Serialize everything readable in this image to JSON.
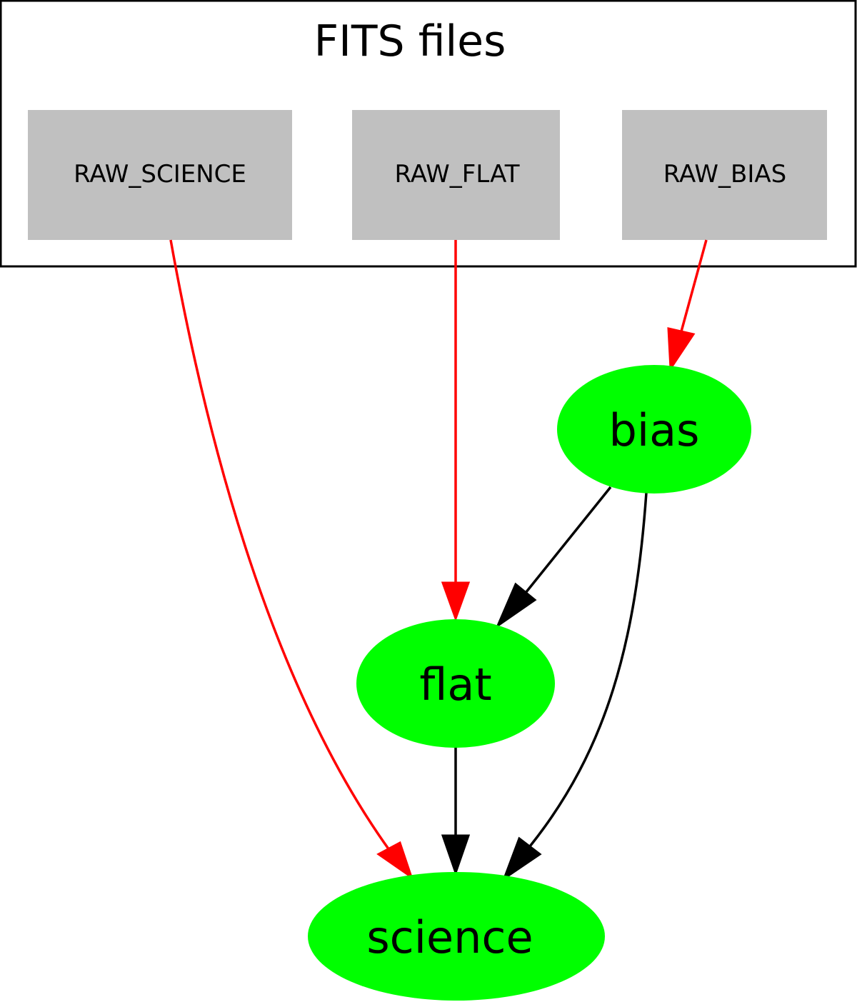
{
  "diagram": {
    "type": "directed-graph",
    "cluster": {
      "title": "FITS files",
      "nodes": [
        {
          "id": "raw_science",
          "label": "RAW_SCIENCE",
          "shape": "box",
          "fill": "#c0c0c0"
        },
        {
          "id": "raw_flat",
          "label": "RAW_FLAT",
          "shape": "box",
          "fill": "#c0c0c0"
        },
        {
          "id": "raw_bias",
          "label": "RAW_BIAS",
          "shape": "box",
          "fill": "#c0c0c0"
        }
      ]
    },
    "nodes": [
      {
        "id": "bias",
        "label": "bias",
        "shape": "ellipse",
        "fill": "#00ff00"
      },
      {
        "id": "flat",
        "label": "flat",
        "shape": "ellipse",
        "fill": "#00ff00"
      },
      {
        "id": "science",
        "label": "science",
        "shape": "ellipse",
        "fill": "#00ff00"
      }
    ],
    "edges": [
      {
        "from": "raw_science",
        "to": "science",
        "color": "#ff0000"
      },
      {
        "from": "raw_flat",
        "to": "flat",
        "color": "#ff0000"
      },
      {
        "from": "raw_bias",
        "to": "bias",
        "color": "#ff0000"
      },
      {
        "from": "bias",
        "to": "flat",
        "color": "#000000"
      },
      {
        "from": "bias",
        "to": "science",
        "color": "#000000"
      },
      {
        "from": "flat",
        "to": "science",
        "color": "#000000"
      }
    ]
  }
}
